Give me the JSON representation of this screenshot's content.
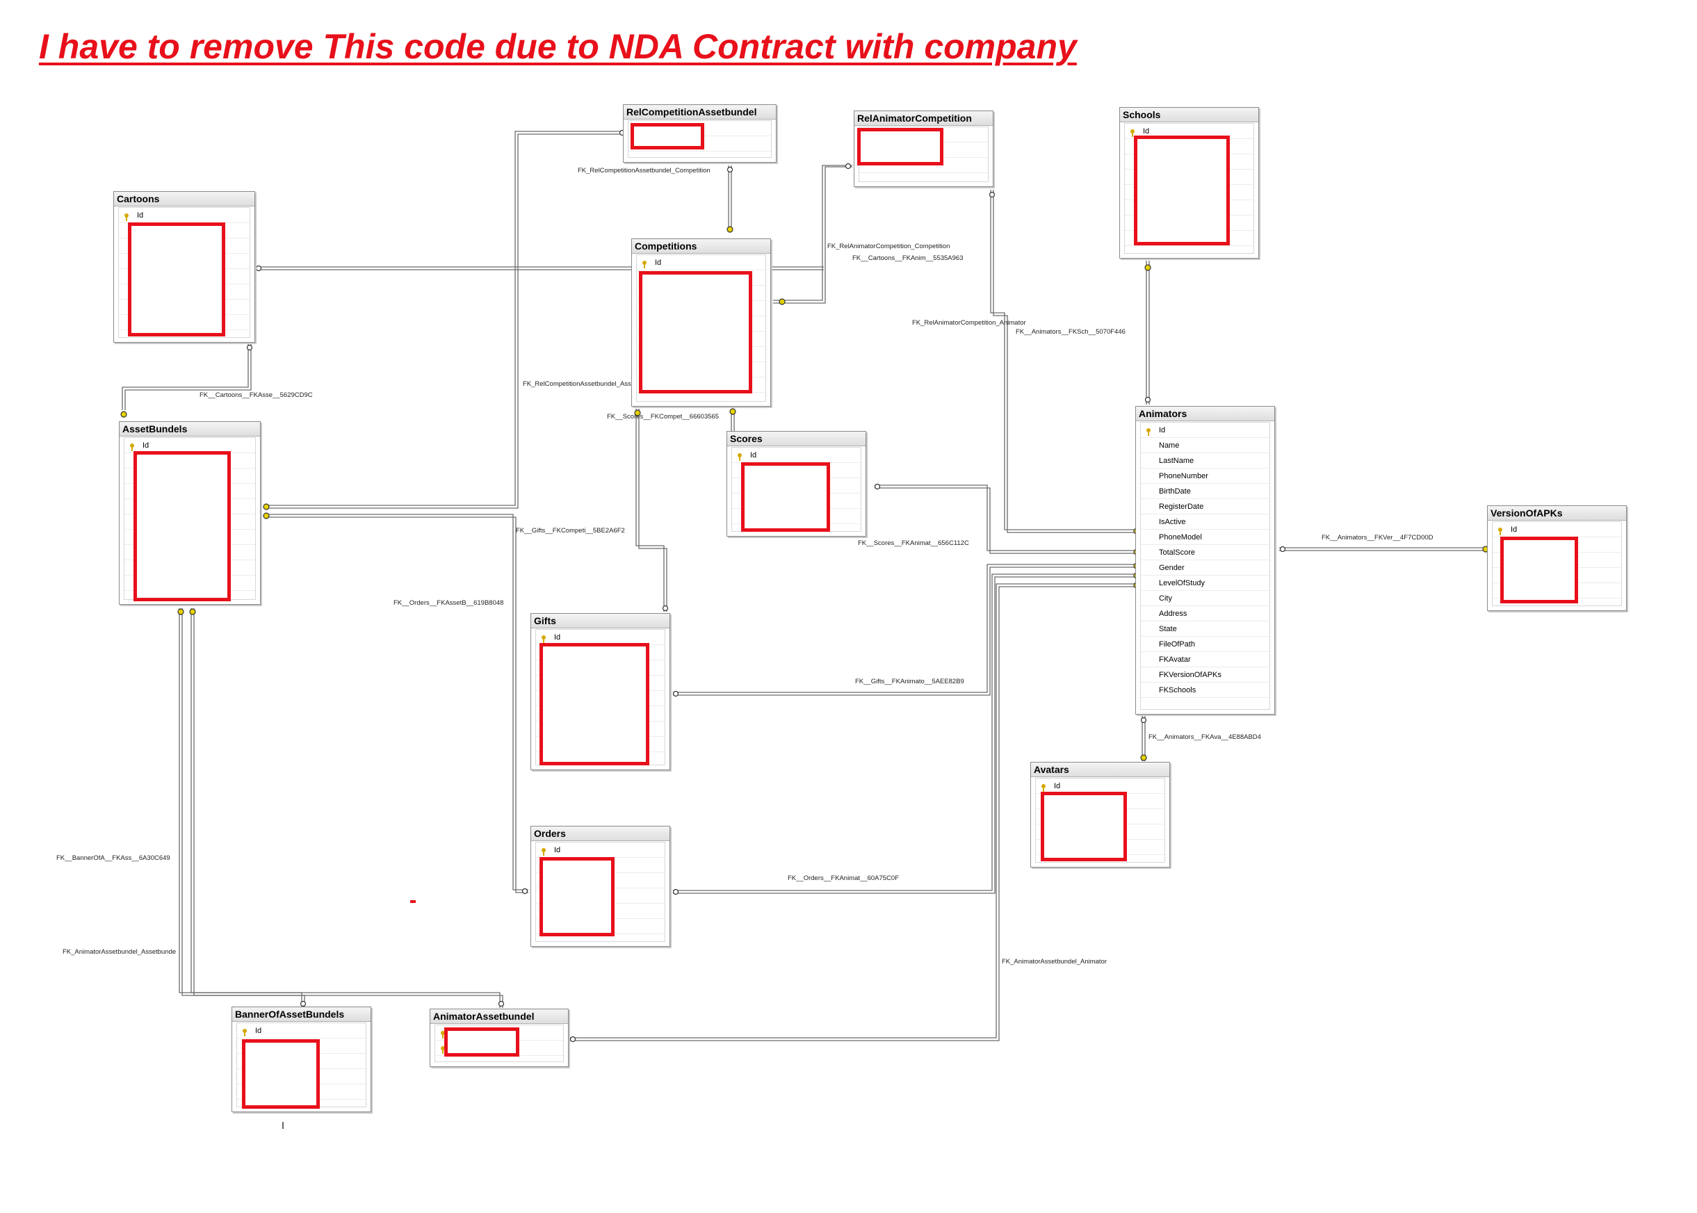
{
  "banner": "I have to remove This code due to NDA Contract with company",
  "tables": [
    {
      "id": "cartoons",
      "title": "Cartoons",
      "rows": [
        {
          "name": "Id",
          "key": true
        }
      ]
    },
    {
      "id": "assetbundels",
      "title": "AssetBundels",
      "rows": [
        {
          "name": "Id",
          "key": true
        }
      ]
    },
    {
      "id": "relcompasset",
      "title": "RelCompetitionAssetbundel",
      "rows": []
    },
    {
      "id": "competitions",
      "title": "Competitions",
      "rows": [
        {
          "name": "Id",
          "key": true
        }
      ]
    },
    {
      "id": "relanimcomp",
      "title": "RelAnimatorCompetition",
      "rows": []
    },
    {
      "id": "schools",
      "title": "Schools",
      "rows": [
        {
          "name": "Id",
          "key": true
        }
      ]
    },
    {
      "id": "scores",
      "title": "Scores",
      "rows": [
        {
          "name": "Id",
          "key": true
        }
      ]
    },
    {
      "id": "animators",
      "title": "Animators",
      "rows": [
        {
          "name": "Id",
          "key": true
        },
        {
          "name": "Name"
        },
        {
          "name": "LastName"
        },
        {
          "name": "PhoneNumber"
        },
        {
          "name": "BirthDate"
        },
        {
          "name": "RegisterDate"
        },
        {
          "name": "IsActive"
        },
        {
          "name": "PhoneModel"
        },
        {
          "name": "TotalScore"
        },
        {
          "name": "Gender"
        },
        {
          "name": "LevelOfStudy"
        },
        {
          "name": "City"
        },
        {
          "name": "Address"
        },
        {
          "name": "State"
        },
        {
          "name": "FileOfPath"
        },
        {
          "name": "FKAvatar"
        },
        {
          "name": "FKVersionOfAPKs"
        },
        {
          "name": "FKSchools"
        }
      ]
    },
    {
      "id": "versionofapks",
      "title": "VersionOfAPKs",
      "rows": [
        {
          "name": "Id",
          "key": true
        }
      ]
    },
    {
      "id": "gifts",
      "title": "Gifts",
      "rows": [
        {
          "name": "Id",
          "key": true
        }
      ]
    },
    {
      "id": "avatars",
      "title": "Avatars",
      "rows": [
        {
          "name": "Id",
          "key": true
        }
      ]
    },
    {
      "id": "orders",
      "title": "Orders",
      "rows": [
        {
          "name": "Id",
          "key": true
        }
      ]
    },
    {
      "id": "bannerofassetbundels",
      "title": "BannerOfAssetBundels",
      "rows": [
        {
          "name": "Id",
          "key": true
        }
      ]
    },
    {
      "id": "animatorassetbundel",
      "title": "AnimatorAssetbundel",
      "rows": [
        {
          "name": "",
          "key": true
        },
        {
          "name": "",
          "key": true
        }
      ]
    }
  ],
  "relationships": [
    "FK_RelCompetitionAssetbundel_Competition",
    "FK_RelAnimatorCompetition_Competition",
    "FK__Cartoons__FKAnim__5535A963",
    "FK_RelAnimatorCompetition_Animator",
    "FK__Animators__FKSch__5070F446",
    "FK__Cartoons__FKAsse__5629CD9C",
    "FK_RelCompetitionAssetbundel_Ass",
    "FK__Scores__FKCompet__66603565",
    "FK__Gifts__FKCompeti__5BE2A6F2",
    "FK__Scores__FKAnimat__656C112C",
    "FK__Animators__FKVer__4F7CD00D",
    "FK__Orders__FKAssetB__619B8048",
    "FK__Gifts__FKAnimato__5AEE82B9",
    "FK__Animators__FKAva__4E88ABD4",
    "FK__BannerOfA__FKAss__6A30C649",
    "FK__Orders__FKAnimat__60A75C0F",
    "FK_AnimatorAssetbundel_Assetbunde",
    "FK_AnimatorAssetbundel_Animator"
  ],
  "colors": {
    "redaction": "#e8101a",
    "key_icon": "#d4a900",
    "line": "#555555"
  }
}
